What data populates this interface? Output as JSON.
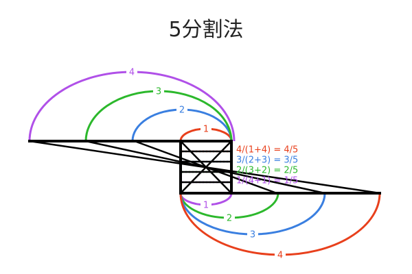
{
  "title": "5分割法",
  "colors": {
    "red": "#e8401c",
    "blue": "#3a7fe0",
    "green": "#2cb82c",
    "purple": "#b050e8",
    "black": "#000000"
  },
  "top_arcs": [
    {
      "label": "1",
      "color": "red"
    },
    {
      "label": "2",
      "color": "blue"
    },
    {
      "label": "3",
      "color": "green"
    },
    {
      "label": "4",
      "color": "purple"
    }
  ],
  "bottom_arcs": [
    {
      "label": "1",
      "color": "purple"
    },
    {
      "label": "2",
      "color": "green"
    },
    {
      "label": "3",
      "color": "blue"
    },
    {
      "label": "4",
      "color": "red"
    }
  ],
  "equations": [
    {
      "text": "4/(1+4) = 4/5",
      "color": "red"
    },
    {
      "text": "3/(2+3) = 3/5",
      "color": "blue"
    },
    {
      "text": "2/(3+2) = 2/5",
      "color": "green"
    },
    {
      "text": "1/(4+1) = 1/5",
      "color": "purple"
    }
  ]
}
